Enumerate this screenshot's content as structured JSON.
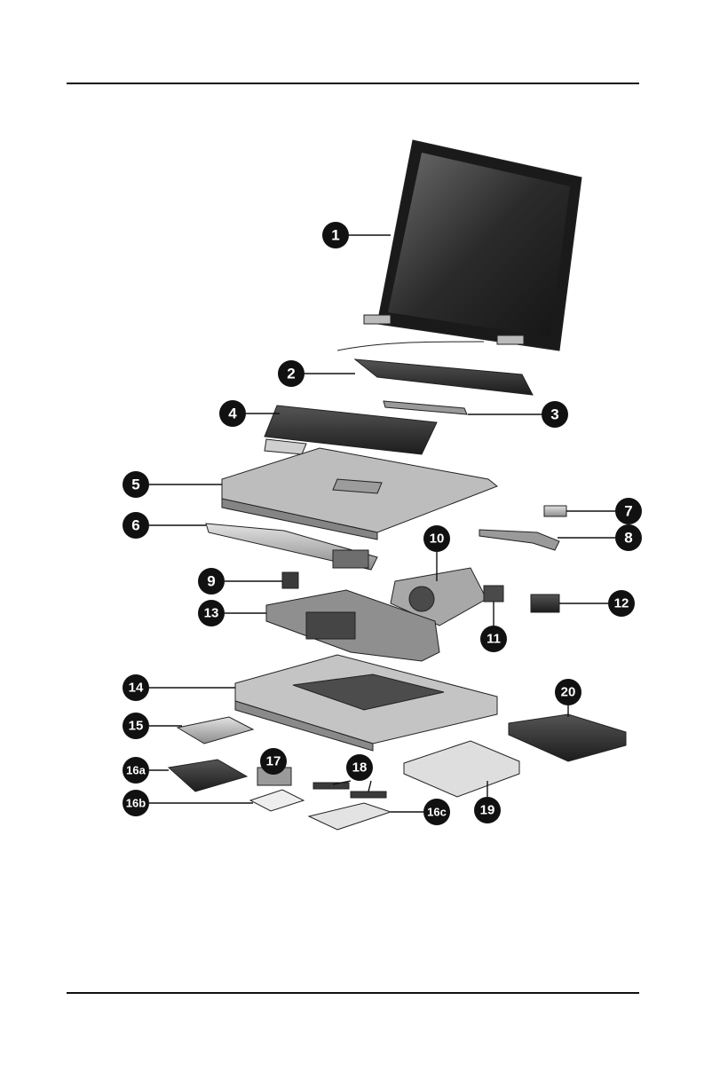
{
  "callouts": [
    "1",
    "2",
    "3",
    "4",
    "5",
    "6",
    "7",
    "8",
    "9",
    "10",
    "11",
    "12",
    "13",
    "14",
    "15",
    "16a",
    "16b",
    "16c",
    "17",
    "18",
    "19",
    "20"
  ]
}
